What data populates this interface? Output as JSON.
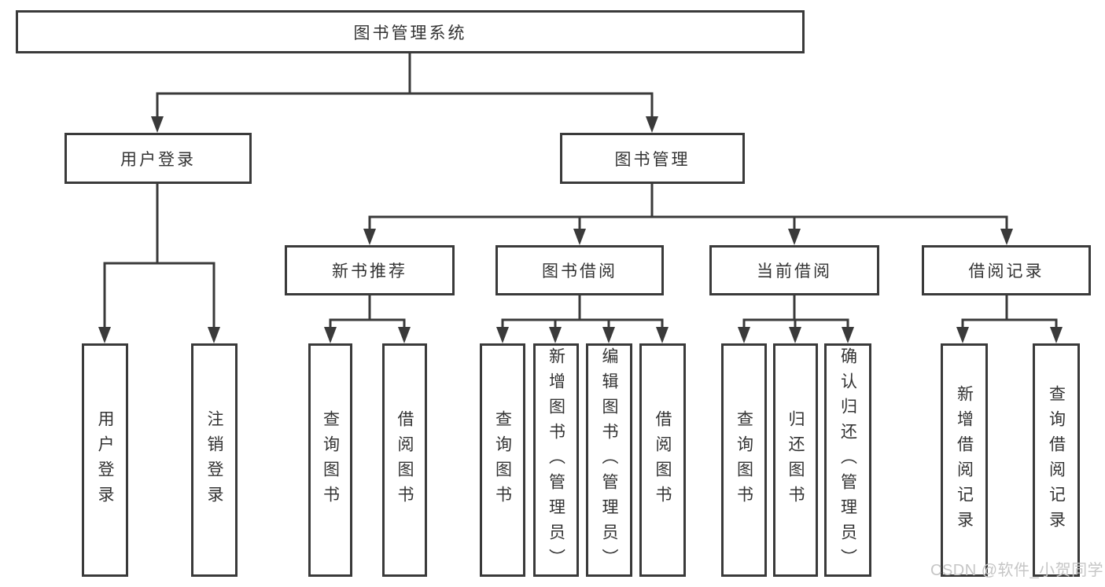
{
  "tree": {
    "label": "图书管理系统",
    "children": [
      {
        "label": "用户登录",
        "children": [
          {
            "label": "用户登录"
          },
          {
            "label": "注销登录"
          }
        ]
      },
      {
        "label": "图书管理",
        "children": [
          {
            "label": "新书推荐",
            "children": [
              {
                "label": "查询图书"
              },
              {
                "label": "借阅图书"
              }
            ]
          },
          {
            "label": "图书借阅",
            "children": [
              {
                "label": "查询图书"
              },
              {
                "label": "新增图书（管理员）"
              },
              {
                "label": "编辑图书（管理员）"
              },
              {
                "label": "借阅图书"
              }
            ]
          },
          {
            "label": "当前借阅",
            "children": [
              {
                "label": "查询图书"
              },
              {
                "label": "归还图书"
              },
              {
                "label": "确认归还（管理员）"
              }
            ]
          },
          {
            "label": "借阅记录",
            "children": [
              {
                "label": "新增借阅记录"
              },
              {
                "label": "查询借阅记录"
              }
            ]
          }
        ]
      }
    ]
  },
  "watermark": {
    "text": "CSDN @软件_小贺同学"
  },
  "colors": {
    "line": "#3a3a3a",
    "text": "#333333",
    "watermark": "#c6c6c6",
    "background": "#ffffff"
  }
}
